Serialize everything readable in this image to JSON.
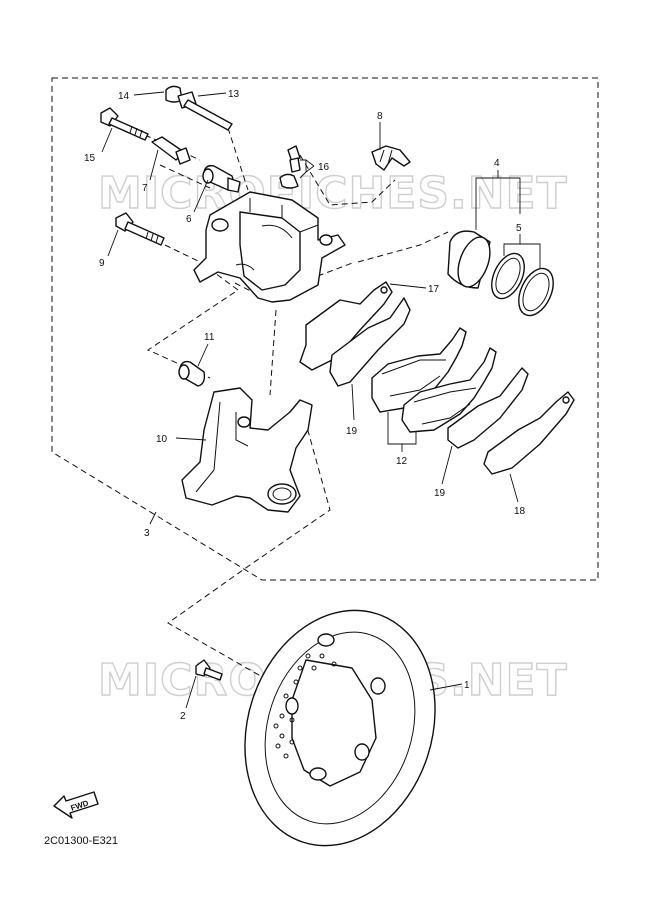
{
  "diagram_code": "2C01300-E321",
  "watermark": "MICROFICHES.NET",
  "fwd_label": "FWD",
  "callouts": {
    "p1": "1",
    "p2": "2",
    "p3": "3",
    "p4": "4",
    "p5": "5",
    "p6": "6",
    "p7": "7",
    "p8": "8",
    "p9": "9",
    "p10": "10",
    "p11": "11",
    "p12": "12",
    "p13": "13",
    "p14": "14",
    "p15": "15",
    "p16": "16",
    "p17": "17",
    "p18": "18",
    "p19a": "19",
    "p19b": "19"
  }
}
